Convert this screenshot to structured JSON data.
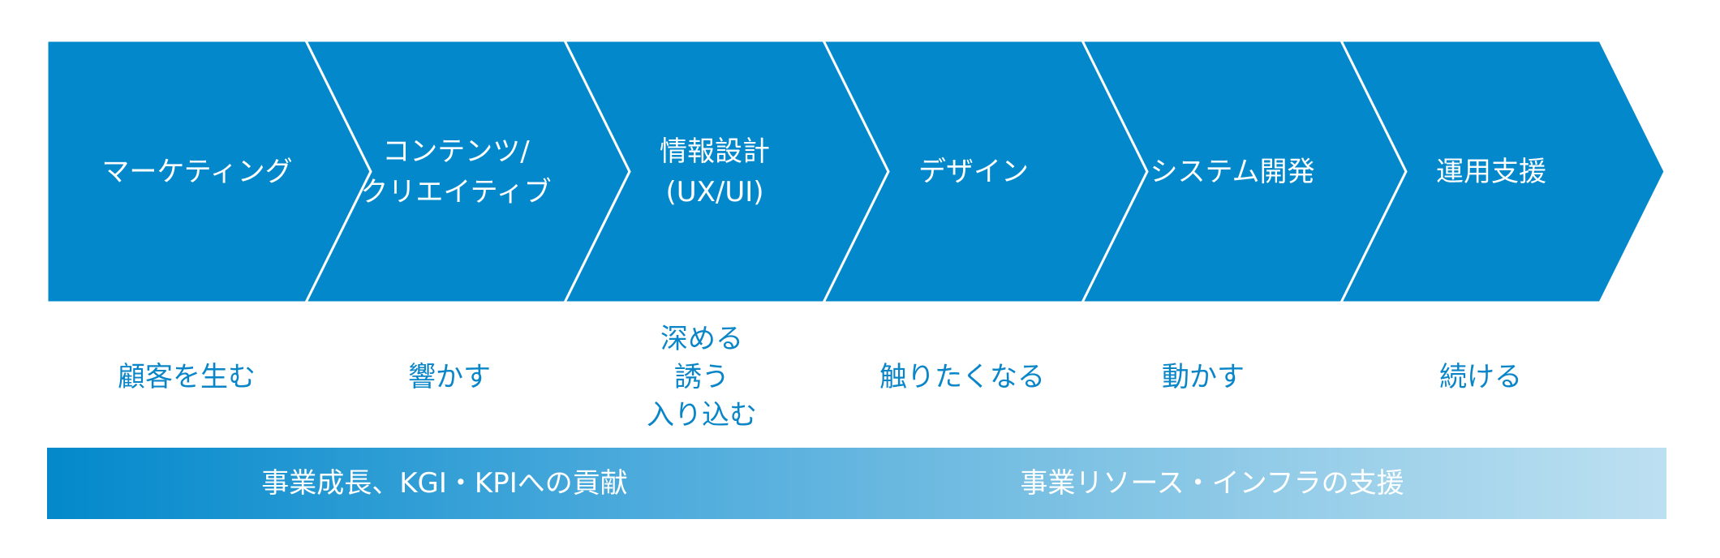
{
  "colors": {
    "chevron": "#0389CB",
    "value_text": "#0A86C8",
    "bar_start": "#0389CB",
    "bar_end": "#BDE0F1"
  },
  "stages": [
    {
      "label": "マーケティング",
      "value": "顧客を生む"
    },
    {
      "label": "コンテンツ/\nクリエイティブ",
      "value": "響かす"
    },
    {
      "label": "情報設計\n(UX/UI)",
      "value": "深める\n誘う\n入り込む"
    },
    {
      "label": "デザイン",
      "value": "触りたくなる"
    },
    {
      "label": "システム開発",
      "value": "動かす"
    },
    {
      "label": "運用支援",
      "value": "続ける"
    }
  ],
  "bottom_bar": {
    "left_text": "事業成長、KGI・KPIへの貢献",
    "right_text": "事業リソース・インフラの支援"
  }
}
